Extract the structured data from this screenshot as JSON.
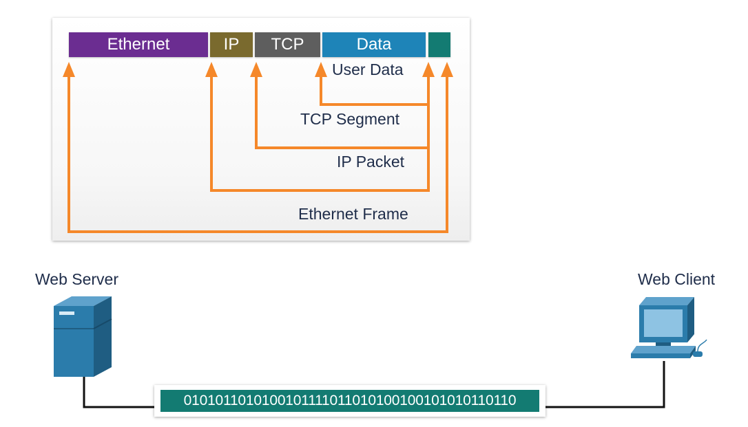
{
  "frame": {
    "headers": [
      {
        "label": "Ethernet",
        "color": "#6b2d91"
      },
      {
        "label": "IP",
        "color": "#7a6a2e"
      },
      {
        "label": "TCP",
        "color": "#5e5e5e"
      },
      {
        "label": "Data",
        "color": "#1e84b8"
      },
      {
        "label": "",
        "color": "#137b72"
      }
    ],
    "labels": {
      "user_data": "User Data",
      "tcp_segment": "TCP Segment",
      "ip_packet": "IP Packet",
      "ethernet_frame": "Ethernet Frame"
    },
    "arrow_color": "#f5882a"
  },
  "nodes": {
    "server_label": "Web Server",
    "client_label": "Web Client"
  },
  "link": {
    "bitstream": "0101011010100101111011010100100101010110110"
  }
}
